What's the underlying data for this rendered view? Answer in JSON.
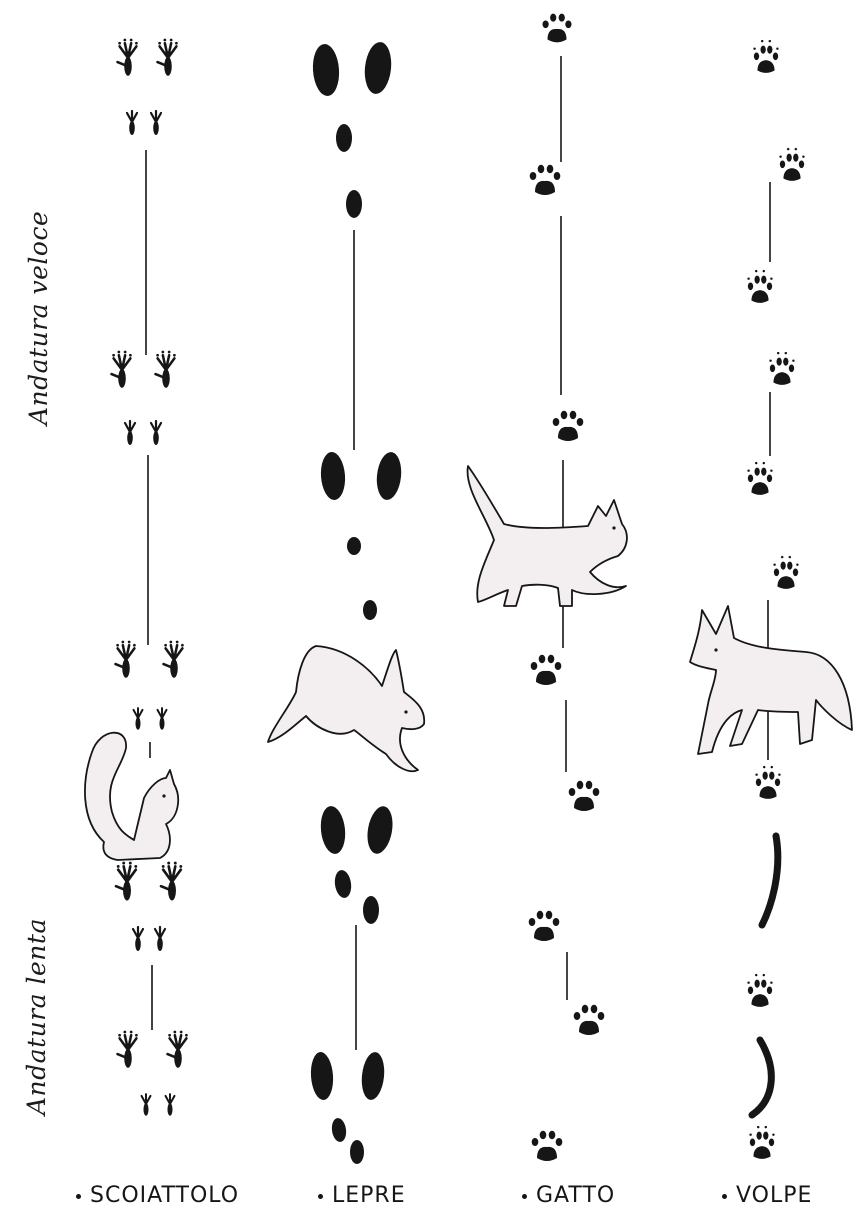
{
  "side_labels": {
    "fast": "Andatura veloce",
    "slow": "Andatura lenta"
  },
  "columns": [
    {
      "name": "SCOIATTOLO"
    },
    {
      "name": "LEPRE"
    },
    {
      "name": "GATTO"
    },
    {
      "name": "VOLPE"
    }
  ],
  "colors": {
    "ink": "#161616",
    "animal_fill": "#f3eef0",
    "background": "#ffffff"
  }
}
